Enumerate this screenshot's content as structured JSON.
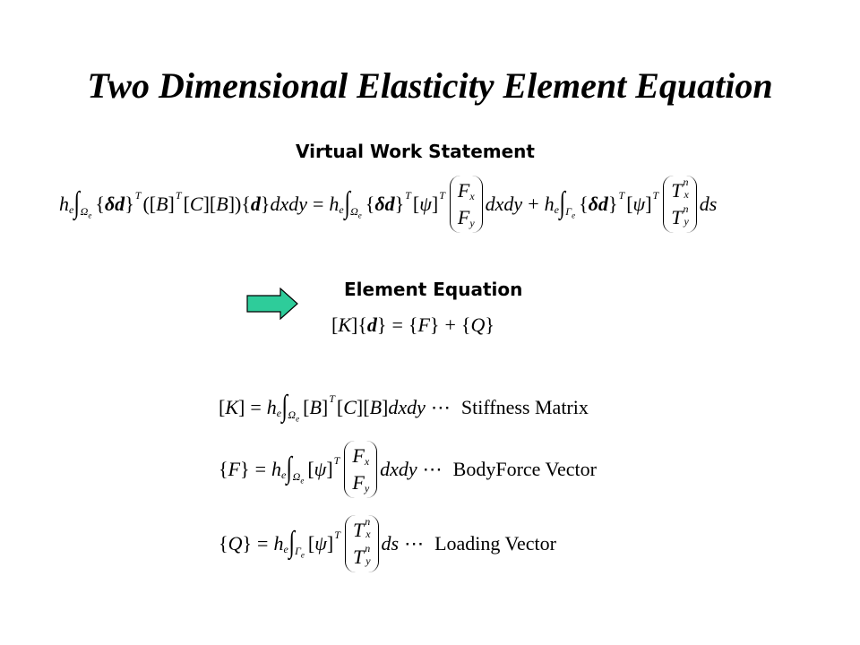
{
  "slide": {
    "title": "Two Dimensional Elasticity Element Equation",
    "virtual_heading": "Virtual Work Statement",
    "element_heading": "Element Equation"
  },
  "labels": {
    "stiffness": "Stiffness Matrix",
    "body_force": "BodyForce Vector",
    "loading": "Loading Vector"
  },
  "colors": {
    "arrow_fill": "#2ecc9a",
    "arrow_stroke": "#000000"
  },
  "icons": {
    "arrow": "right-arrow-icon"
  }
}
